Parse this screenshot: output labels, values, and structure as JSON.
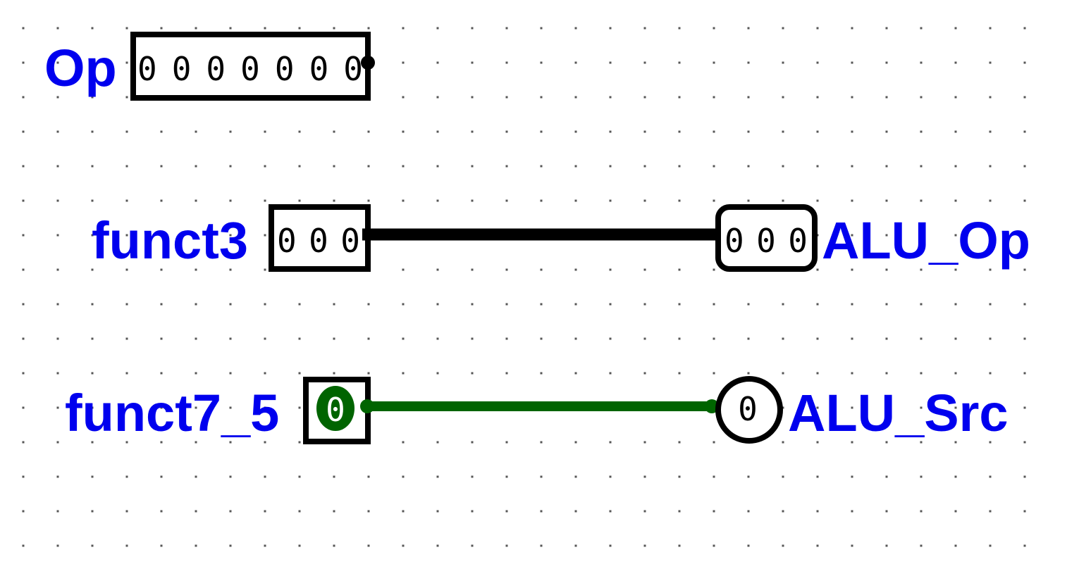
{
  "circuit": {
    "inputs": {
      "op": {
        "label": "Op",
        "value": "0000000"
      },
      "funct3": {
        "label": "funct3",
        "value": "000"
      },
      "funct7_5": {
        "label": "funct7_5",
        "value": "0"
      }
    },
    "outputs": {
      "alu_op": {
        "label": "ALU_Op",
        "value": "000"
      },
      "alu_src": {
        "label": "ALU_Src",
        "value": "0"
      }
    },
    "colors": {
      "label": "#0000ee",
      "bus_wire": "#000000",
      "active_wire": "#006400",
      "grid": "#555555"
    },
    "icons": {
      "input_pin": "square-pin-icon",
      "output_pin_multi": "rounded-pin-icon",
      "output_pin_single": "circle-pin-icon"
    }
  }
}
